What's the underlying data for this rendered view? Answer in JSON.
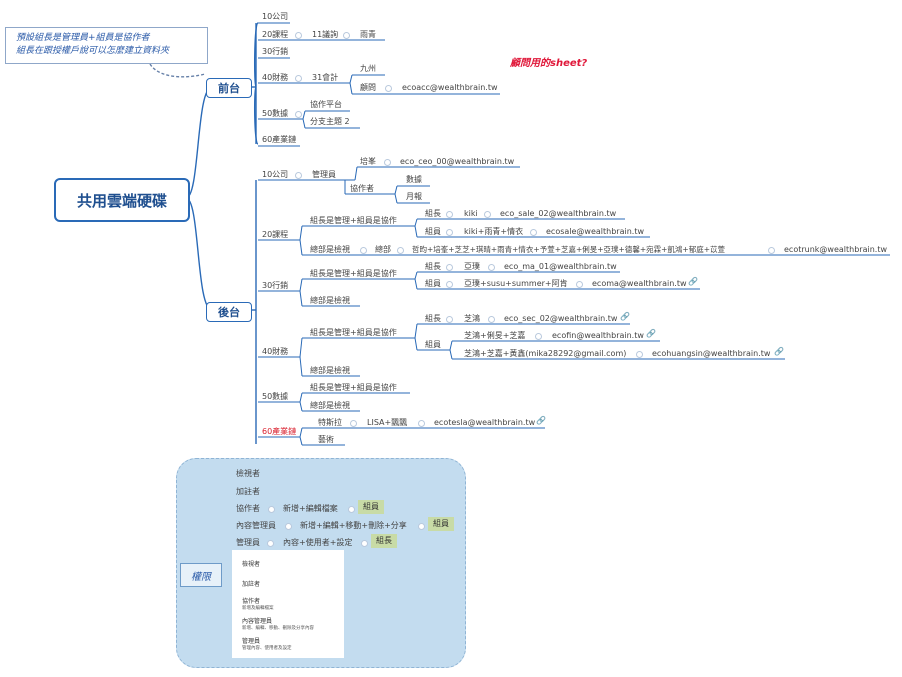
{
  "callout": {
    "line1": "預設組長是管理員+組員是協作者",
    "line2": "組長在跟授權戶說可以怎麼建立資料夾"
  },
  "root": {
    "label": "共用雲端硬碟"
  },
  "front": {
    "label": "前台",
    "items": {
      "c10": "10公司",
      "c20": "20課程",
      "c20_sub": "11議詢",
      "c20_sub2": "雨青",
      "c30": "30行銷",
      "c40": "40財務",
      "c40_sub": "31會計",
      "c40_a": "九州",
      "c40_b": "顧問",
      "c40_b_email": "ecoacc@wealthbrain.tw",
      "c50": "50數據",
      "c50_a": "協作平台",
      "c50_b": "分支主題 2",
      "c60": "60產業鏈"
    },
    "note": "顧問用的sheet?"
  },
  "back": {
    "label": "後台",
    "c10": {
      "label": "10公司",
      "mgr": "管理員",
      "p1": "培峯",
      "p1_email": "eco_ceo_00@wealthbrain.tw",
      "collab": "協作者",
      "c1": "數據",
      "c2": "月報"
    },
    "c20": {
      "label": "20課程",
      "grp": "組長是管理+組員是協作",
      "leader": "組長",
      "leader_name": "kiki",
      "leader_email": "eco_sale_02@wealthbrain.tw",
      "member": "組員",
      "member_names": "kiki+雨青+情衣",
      "member_email": "ecosale@wealthbrain.tw",
      "hq": "總部是檢視",
      "hq2": "總部",
      "hq_names": "哲昀+培峯+芝芝+琪晴+雨青+情衣+予萱+芝嘉+俐旻+亞璞+德馨+宛霖+凱鴻+郁庭+苡萱",
      "hq_email": "ecotrunk@wealthbrain.tw"
    },
    "c30": {
      "label": "30行銷",
      "grp": "組長是管理+組員是協作",
      "leader": "組長",
      "leader_name": "亞璞",
      "leader_email": "eco_ma_01@wealthbrain.tw",
      "member": "組員",
      "member_names": "亞璞+susu+summer+阿肯",
      "member_email": "ecoma@wealthbrain.tw",
      "hq": "總部是檢視"
    },
    "c40": {
      "label": "40財務",
      "grp": "組長是管理+組員是協作",
      "leader": "組長",
      "leader_name": "芝鴻",
      "leader_email": "eco_sec_02@wealthbrain.tw",
      "member": "組員",
      "m1": "芝鴻+俐旻+芝嘉",
      "m1_email": "ecofin@wealthbrain.tw",
      "m2": "芝鴻+芝嘉+黃鑫(mika28292@gmail.com)",
      "m2_email": "ecohuangsin@wealthbrain.tw",
      "hq": "總部是檢視"
    },
    "c50": {
      "label": "50數據",
      "grp": "組長是管理+組員是協作",
      "hq": "總部是檢視"
    },
    "c60": {
      "label": "60產業鏈",
      "a": "特斯拉",
      "a_names": "LISA+飄飄",
      "a_email": "ecotesla@wealthbrain.tw",
      "b": "藝術"
    }
  },
  "perm": {
    "label": "權限",
    "r1": "檢視者",
    "r2": "加註者",
    "r3": "協作者",
    "r3_desc": "新增+編輯檔案",
    "r3_tag": "組員",
    "r4": "內容管理員",
    "r4_desc": "新增+編輯+移動+刪除+分享",
    "r4_tag": "組員",
    "r5": "管理員",
    "r5_desc": "內容+使用者+設定",
    "r5_tag": "組長",
    "img": {
      "a": "檢視者",
      "b": "加註者",
      "c": "協作者",
      "c_s": "新增及編輯檔案",
      "d": "內容管理員",
      "d_s": "新增、編輯、移動、刪除及分享內容",
      "e": "管理員",
      "e_s": "管理內容、使用者及設定"
    }
  },
  "colors": {
    "line": "#2a6ab7",
    "accent_red": "#e0183a",
    "cloud": "#c3dcef",
    "tag": "#c8dba6"
  }
}
